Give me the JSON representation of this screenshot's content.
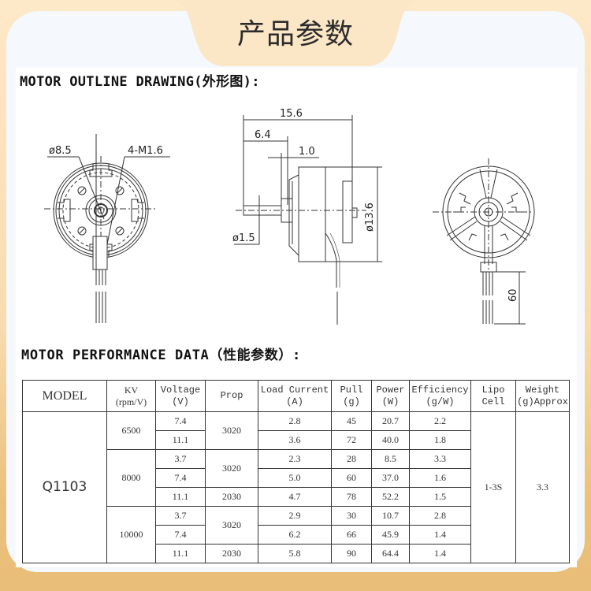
{
  "page": {
    "title": "产品参数",
    "colors": {
      "bg_top": "#fde8c8",
      "bg_bottom": "#ebc07a",
      "card": "#f5f9fe",
      "tab": "#fbe6c6",
      "content": "#ffffff",
      "line": "#333333"
    }
  },
  "outline": {
    "heading": "MOTOR OUTLINE DRAWING(外形图):",
    "front_view": {
      "labels": {
        "diameter": "ø8.5",
        "screws": "4-M1.6"
      }
    },
    "side_view": {
      "labels": {
        "overall_length": "15.6",
        "shaft_length": "6.4",
        "flange": "1.0",
        "body_diameter": "ø13.6",
        "shaft_diameter": "ø1.5"
      }
    },
    "rear_view": {
      "labels": {
        "lead_length": "60"
      }
    }
  },
  "performance": {
    "heading": "MOTOR PERFORMANCE DATA（性能参数）:",
    "headers": {
      "model": "MODEL",
      "kv": [
        "KV",
        "(rpm/V)"
      ],
      "voltage": [
        "Voltage",
        "(V)"
      ],
      "prop": "Prop",
      "current": [
        "Load Current",
        "(A)"
      ],
      "pull": [
        "Pull",
        "(g)"
      ],
      "power": [
        "Power",
        "(W)"
      ],
      "efficiency": [
        "Efficiency",
        "(g/W)"
      ],
      "lipo": [
        "Lipo",
        "Cell"
      ],
      "weight": [
        "Weight",
        "(g)Approx"
      ]
    },
    "model": "Q1103",
    "lipo_cell": "1-3S",
    "weight": "3.3",
    "rows": [
      {
        "kv": "6500",
        "voltage": "7.4",
        "prop": "3020",
        "current": "2.8",
        "pull": "45",
        "power": "20.7",
        "efficiency": "2.2"
      },
      {
        "kv": "6500",
        "voltage": "11.1",
        "prop": "3020",
        "current": "3.6",
        "pull": "72",
        "power": "40.0",
        "efficiency": "1.8"
      },
      {
        "kv": "8000",
        "voltage": "3.7",
        "prop": "3020",
        "current": "2.3",
        "pull": "28",
        "power": "8.5",
        "efficiency": "3.3"
      },
      {
        "kv": "8000",
        "voltage": "7.4",
        "prop": "3020",
        "current": "5.0",
        "pull": "60",
        "power": "37.0",
        "efficiency": "1.6"
      },
      {
        "kv": "8000",
        "voltage": "11.1",
        "prop": "2030",
        "current": "4.7",
        "pull": "78",
        "power": "52.2",
        "efficiency": "1.5"
      },
      {
        "kv": "10000",
        "voltage": "3.7",
        "prop": "3020",
        "current": "2.9",
        "pull": "30",
        "power": "10.7",
        "efficiency": "2.8"
      },
      {
        "kv": "10000",
        "voltage": "7.4",
        "prop": "3020",
        "current": "6.2",
        "pull": "66",
        "power": "45.9",
        "efficiency": "1.4"
      },
      {
        "kv": "10000",
        "voltage": "11.1",
        "prop": "2030",
        "current": "5.8",
        "pull": "90",
        "power": "64.4",
        "efficiency": "1.4"
      }
    ]
  }
}
